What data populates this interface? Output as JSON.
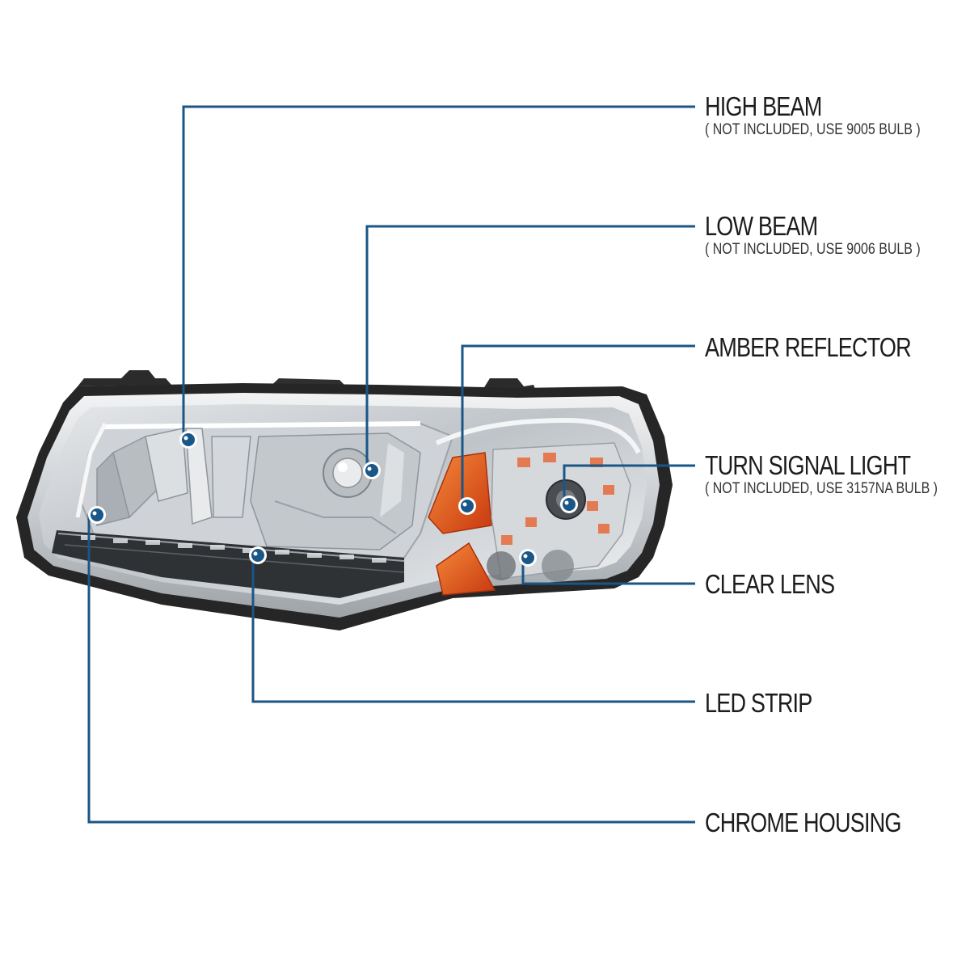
{
  "colors": {
    "callout": "#1a5686",
    "label_text": "#1c1c1c",
    "chrome": "#d3d6d9",
    "amber": "#e0561e",
    "housing_black": "#262626"
  },
  "callouts": [
    {
      "id": "high-beam",
      "title": "HIGH BEAM",
      "note": "( NOT INCLUDED, USE  9005  BULB )"
    },
    {
      "id": "low-beam",
      "title": "LOW BEAM",
      "note": "( NOT INCLUDED, USE  9006  BULB )"
    },
    {
      "id": "amber-reflector",
      "title": "AMBER REFLECTOR",
      "note": ""
    },
    {
      "id": "turn-signal-light",
      "title": "TURN SIGNAL LIGHT",
      "note": "( NOT INCLUDED, USE  3157NA  BULB )"
    },
    {
      "id": "clear-lens",
      "title": "CLEAR LENS",
      "note": ""
    },
    {
      "id": "led-strip",
      "title": "LED STRIP",
      "note": ""
    },
    {
      "id": "chrome-housing",
      "title": "CHROME HOUSING",
      "note": ""
    }
  ]
}
